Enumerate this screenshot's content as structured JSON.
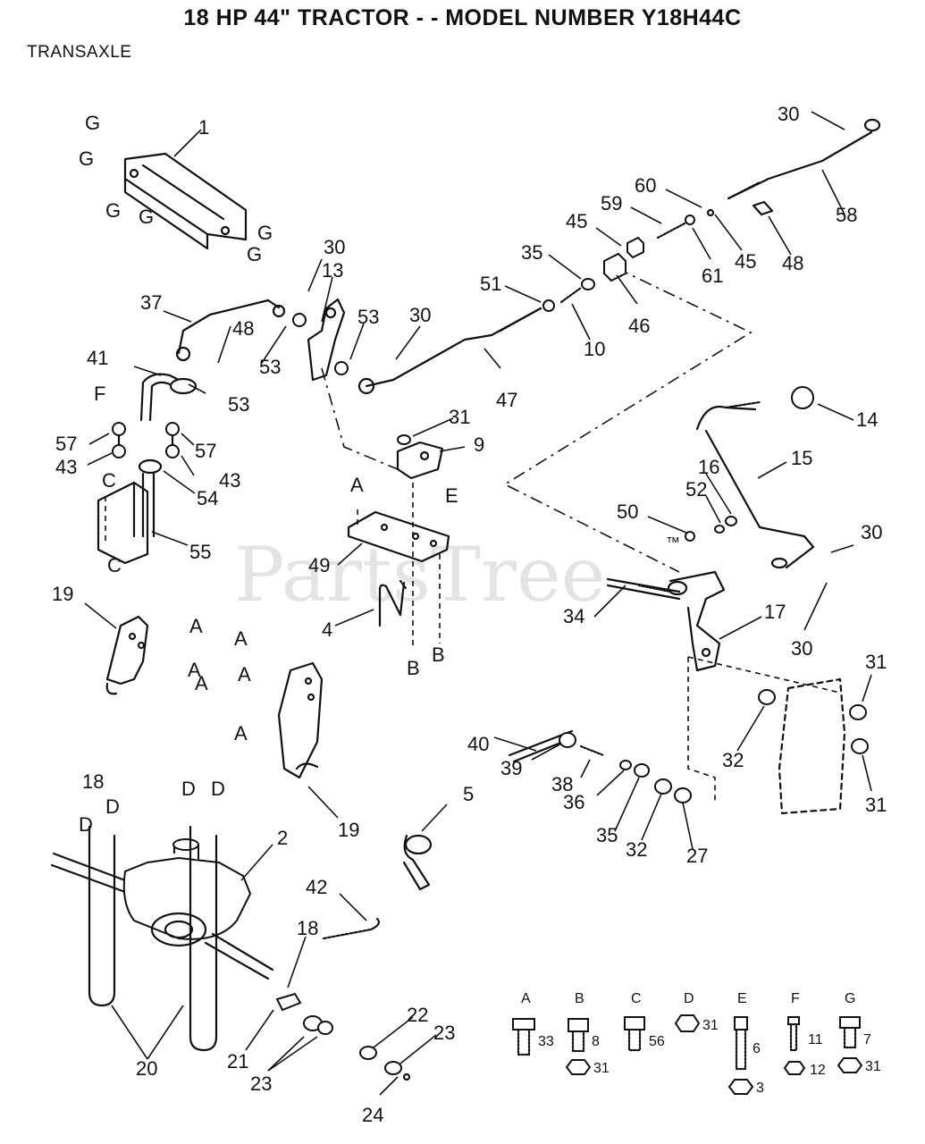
{
  "header": {
    "title": "18 HP 44\" TRACTOR - - MODEL NUMBER Y18H44C",
    "section": "TRANSAXLE"
  },
  "watermark": "PartsTree",
  "watermark_mark": "™",
  "callouts": [
    "1",
    "G",
    "G",
    "G",
    "G",
    "G",
    "G",
    "30",
    "13",
    "37",
    "48",
    "53",
    "53",
    "53",
    "30",
    "41",
    "F",
    "57",
    "43",
    "57",
    "43",
    "54",
    "55",
    "C",
    "C",
    "19",
    "A",
    "A",
    "A",
    "A",
    "A",
    "A",
    "19",
    "18",
    "D",
    "D",
    "D",
    "D",
    "2",
    "20",
    "21",
    "23",
    "18",
    "42",
    "22",
    "23",
    "24",
    "35",
    "51",
    "10",
    "47",
    "45",
    "46",
    "59",
    "60",
    "61",
    "45",
    "48",
    "30",
    "58",
    "31",
    "9",
    "E",
    "A",
    "49",
    "4",
    "B",
    "B",
    "14",
    "15",
    "16",
    "52",
    "50",
    "30",
    "30",
    "34",
    "17",
    "31",
    "31",
    "40",
    "39",
    "38",
    "36",
    "35",
    "32",
    "27",
    "32",
    "5"
  ],
  "hardware_legend": [
    {
      "key": "A",
      "parts": [
        "33"
      ]
    },
    {
      "key": "B",
      "parts": [
        "8",
        "31"
      ]
    },
    {
      "key": "C",
      "parts": [
        "56"
      ]
    },
    {
      "key": "D",
      "parts": [
        "31"
      ]
    },
    {
      "key": "E",
      "parts": [
        "6",
        "3"
      ]
    },
    {
      "key": "F",
      "parts": [
        "11",
        "12"
      ]
    },
    {
      "key": "G",
      "parts": [
        "7",
        "31"
      ]
    }
  ]
}
